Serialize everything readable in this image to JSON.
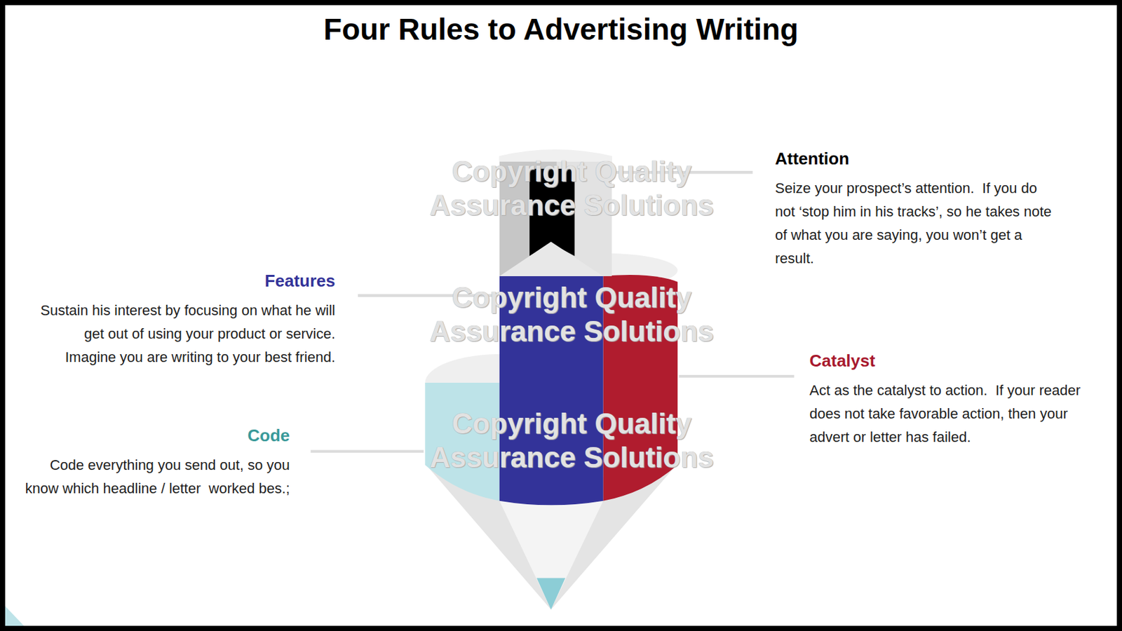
{
  "diagram": {
    "title": "Four Rules to Advertising Writing",
    "nodes": [
      {
        "text": [
          "Attention",
          "Seize your prospect’s attention.  If you do not ‘stop him in his tracks’, so he takes note of what you are saying, you won’t get a result."
        ]
      },
      {
        "text": [
          "Features",
          "Sustain his interest by focusing on what he will get out of using your product or service.  Imagine you are writing to your best friend."
        ]
      },
      {
        "text": [
          "Catalyst",
          "Act as the catalyst to action.  If your reader does not take favorable action, then your advert or letter has failed."
        ]
      },
      {
        "text": [
          "Code",
          "Code everything you send out, so you know which headline / letter  worked bes.;"
        ]
      }
    ],
    "labels": [
      "Copyright Quality Assurance Solutions",
      "Copyright Quality Assurance Solutions",
      "Copyright Quality Assurance Solutions"
    ]
  }
}
